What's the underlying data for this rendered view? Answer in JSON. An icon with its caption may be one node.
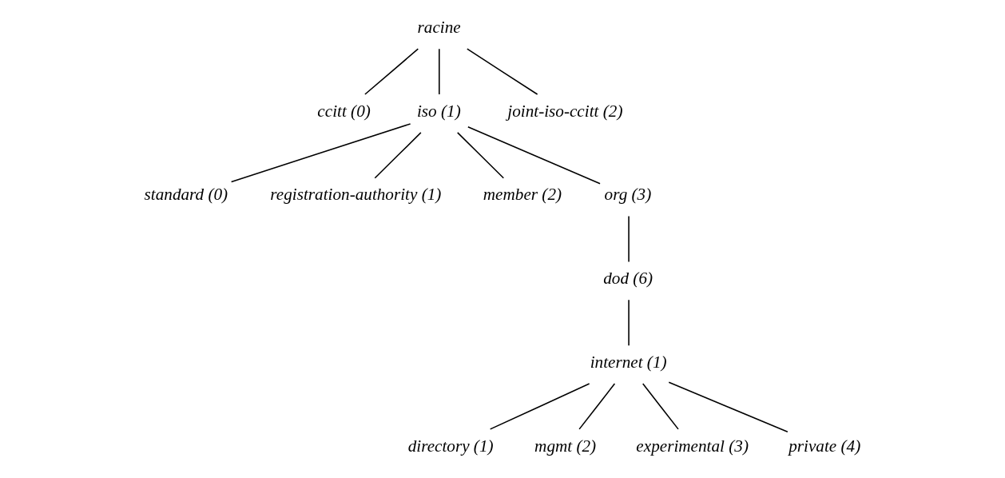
{
  "diagram": {
    "nodes": [
      {
        "text": [
          "racine"
        ]
      },
      {
        "text": [
          "ccitt (0)"
        ]
      },
      {
        "text": [
          "iso (1)"
        ]
      },
      {
        "text": [
          "joint-iso-ccitt (2)"
        ]
      },
      {
        "text": [
          "standard (0)"
        ]
      },
      {
        "text": [
          "registration-authority (1)"
        ]
      },
      {
        "text": [
          "member (2)"
        ]
      },
      {
        "text": [
          "org (3)"
        ]
      },
      {
        "text": [
          "dod (6)"
        ]
      },
      {
        "text": [
          "internet (1)"
        ]
      },
      {
        "text": [
          "directory (1)"
        ]
      },
      {
        "text": [
          "mgmt (2)"
        ]
      },
      {
        "text": [
          "experimental (3)"
        ]
      },
      {
        "text": [
          "private (4)"
        ]
      }
    ],
    "edges": [
      {
        "from": 0,
        "to": 1,
        "arrow": "none"
      },
      {
        "from": 0,
        "to": 2,
        "arrow": "none"
      },
      {
        "from": 0,
        "to": 3,
        "arrow": "none"
      },
      {
        "from": 2,
        "to": 4,
        "arrow": "none"
      },
      {
        "from": 2,
        "to": 5,
        "arrow": "none"
      },
      {
        "from": 2,
        "to": 6,
        "arrow": "none"
      },
      {
        "from": 2,
        "to": 7,
        "arrow": "none"
      },
      {
        "from": 7,
        "to": 8,
        "arrow": "none"
      },
      {
        "from": 8,
        "to": 9,
        "arrow": "none"
      },
      {
        "from": 9,
        "to": 10,
        "arrow": "none"
      },
      {
        "from": 9,
        "to": 11,
        "arrow": "none"
      },
      {
        "from": 9,
        "to": 12,
        "arrow": "none"
      },
      {
        "from": 9,
        "to": 13,
        "arrow": "none"
      }
    ]
  }
}
